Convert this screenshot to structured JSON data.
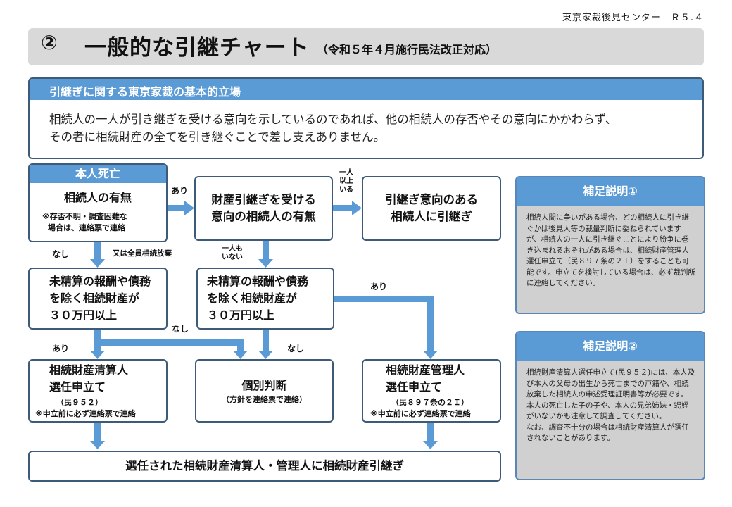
{
  "header": {
    "org": "東京家裁後見センター　Ｒ５.４"
  },
  "title": {
    "number": "②",
    "main": "一般的な引継チャート",
    "sub": "（令和５年４月施行民法改正対応）"
  },
  "policy": {
    "heading": "引継ぎに関する東京家裁の基本的立場",
    "line1": "相続人の一人が引き継ぎを受ける意向を示しているのであれば、他の相続人の存否やその意向にかかわらず、",
    "line2": "その者に相続財産の全てを引き継ぐことで差し支えありません。"
  },
  "flow": {
    "start_header": "本人死亡",
    "heirs_exist": "相続人の有無",
    "heirs_note1": "※存否不明・調査困難な",
    "heirs_note2": "場合は、連絡票で連絡",
    "willing_line1": "財産引継ぎを受ける",
    "willing_line2": "意向の相続人の有無",
    "handover_line1": "引継ぎ意向のある",
    "handover_line2": "相続人に引継ぎ",
    "estate1_line1": "未精算の報酬や債務",
    "estate1_line2": "を除く相続財産が",
    "estate1_line3": "３０万円以上",
    "estate2_line1": "未精算の報酬や債務",
    "estate2_line2": "を除く相続財産が",
    "estate2_line3": "３０万円以上",
    "clear_line1": "相続財産清算人",
    "clear_line2": "選任申立て",
    "clear_ref": "（民９５２）",
    "clear_note": "※申立前に必ず連絡票で連絡",
    "indiv_line1": "個別判断",
    "indiv_note": "（方針を連絡票で連絡）",
    "manage_line1": "相続財産管理人",
    "manage_line2": "選任申立て",
    "manage_ref": "（民８９７条の２Ｉ）",
    "manage_note": "※申立前に必ず連絡票で連絡",
    "final": "選任された相続財産清算人・管理人に相続財産引継ぎ"
  },
  "labels": {
    "ari_1": "あり",
    "ichinin_ijou_1": "一人",
    "ichinin_ijou_2": "以上",
    "ichinin_ijou_3": "いる",
    "nashi_1": "なし",
    "zenin_houki": "又は全員相続放棄",
    "hitori_mo_1": "一人も",
    "hitori_mo_2": "いない",
    "ari_2": "あり",
    "nashi_2": "なし",
    "ari_3": "あり",
    "nashi_3": "なし"
  },
  "side1": {
    "heading": "補足説明①",
    "text": "相続人間に争いがある場合、どの相続人に引き継ぐかは後見人等の裁量判断に委ねられていますが、相続人の一人に引き継ぐことにより紛争に巻き込まれるおそれがある場合は、相続財産管理人選任申立て（民８９７条の２Ｉ）をすることも可能です。申立てを検討している場合は、必ず裁判所に連絡してください。"
  },
  "side2": {
    "heading": "補足説明②",
    "text1": "相続財産清算人選任申立て(民９５２)には、本人及び本人の父母の出生から死亡までの戸籍や、相続放棄した相続人の申述受理証明書等が必要です。",
    "text2": "本人の死亡した子の子や、本人の兄弟姉妹・甥姪がいないかも注意して調査してください。",
    "text3": "なお、調査不十分の場合は相続財産清算人が選任されないことがあります。"
  },
  "colors": {
    "accent": "#5b9bd5",
    "border": "#3d5a78",
    "panel": "#d9d9d9"
  }
}
